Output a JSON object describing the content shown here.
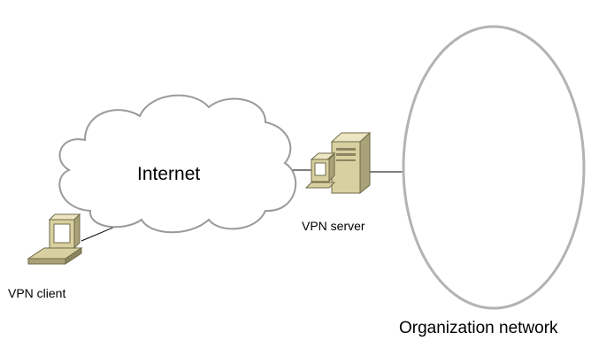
{
  "nodes": {
    "internet": {
      "label": "Internet"
    },
    "vpn_server": {
      "label": "VPN server"
    },
    "vpn_client": {
      "label": "VPN client"
    },
    "organization_network": {
      "label": "Organization network"
    }
  },
  "colors": {
    "outline": "#9a9a9a",
    "connector": "#000000",
    "device_body": "#d8d0a0",
    "device_shadow": "#8a8560",
    "device_screen": "#ffffff",
    "text": "#000000"
  },
  "icons": {
    "vpn_server": "server-icon",
    "vpn_client": "laptop-icon"
  }
}
